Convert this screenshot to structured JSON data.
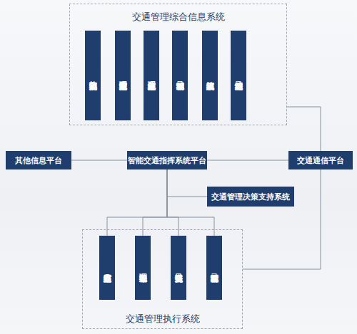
{
  "diagram": {
    "nodes": [
      {
        "text": [
          "交通管理综合信息系统"
        ]
      },
      {
        "text": [
          "交通事故接处警系统"
        ],
        "in": 0
      },
      {
        "text": [
          "道路交通管理信息系统"
        ],
        "in": 0
      },
      {
        "text": [
          "交通地理信息系统"
        ],
        "in": 0
      },
      {
        "text": [
          "车辆检测记录系统"
        ],
        "in": 0
      },
      {
        "text": [
          "视频监控系统"
        ],
        "in": 0
      },
      {
        "text": [
          "违法检测记录系统"
        ],
        "in": 0
      },
      {
        "text": [
          "其他信息平台"
        ]
      },
      {
        "text": [
          "智能交通指挥系统平台"
        ]
      },
      {
        "text": [
          "交通通信平台"
        ]
      },
      {
        "text": [
          "交通管理决策支持系统"
        ]
      },
      {
        "text": [
          "交通管理执行系统"
        ]
      },
      {
        "text": [
          "交通信息发布系统"
        ],
        "in": 11
      },
      {
        "text": [
          "勤务管理系统"
        ],
        "in": 11
      },
      {
        "text": [
          "交通诱导系统"
        ],
        "in": 11
      },
      {
        "text": [
          "车辆检测记录系统"
        ],
        "in": 11
      }
    ],
    "edges": [
      {
        "from": 7,
        "to": 8,
        "arrow": "none"
      },
      {
        "from": 8,
        "to": 9,
        "arrow": "none"
      },
      {
        "from": 9,
        "to": 0,
        "arrow": "none"
      },
      {
        "from": 9,
        "to": 11,
        "arrow": "none"
      },
      {
        "from": 8,
        "to": 10,
        "arrow": "none"
      },
      {
        "from": 8,
        "to": 12,
        "arrow": "none"
      },
      {
        "from": 8,
        "to": 13,
        "arrow": "none"
      },
      {
        "from": 8,
        "to": 14,
        "arrow": "none"
      },
      {
        "from": 8,
        "to": 15,
        "arrow": "none"
      }
    ]
  }
}
